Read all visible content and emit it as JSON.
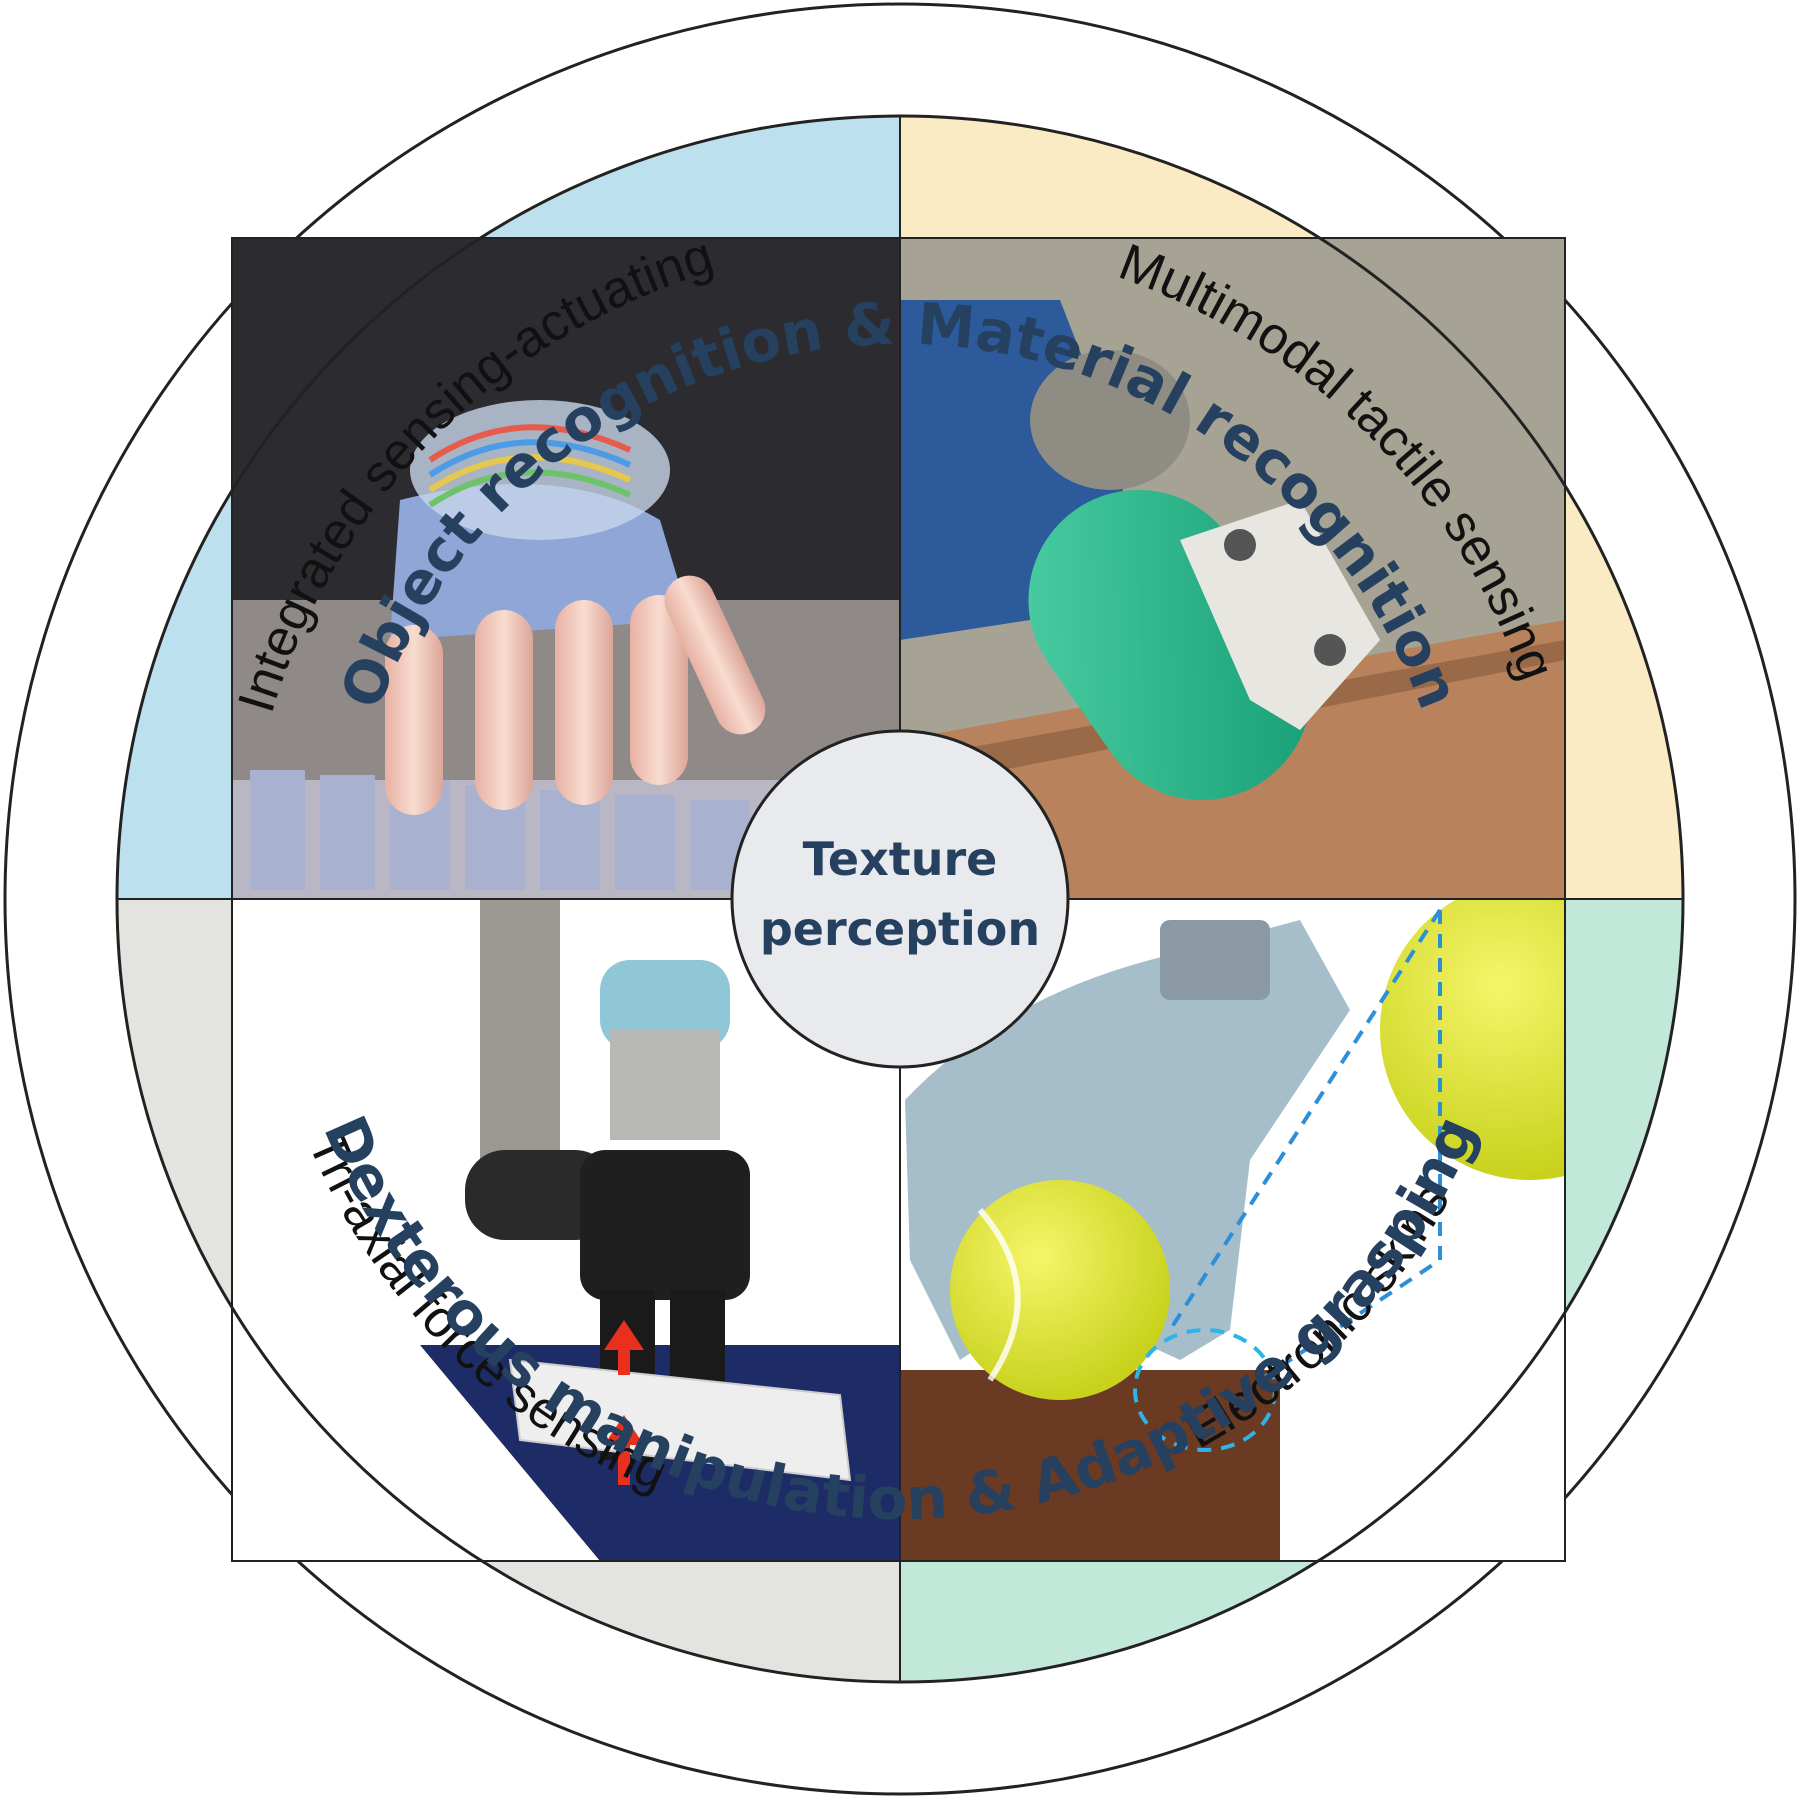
{
  "outer_ring": {
    "top_label": "Object recognition & Material recognition",
    "bottom_label": "Dexterous manipulation & Adaptive grasping"
  },
  "quadrants": [
    {
      "label": "Integrated sensing-actuating",
      "color": "#bde0ee",
      "image": "soft robotic hand with flexible fingers over keys"
    },
    {
      "label": "Multimodal tactile sensing",
      "color": "#faebc4",
      "image": "green robotic fingertip on textured fabric"
    },
    {
      "label": "Tri-axial force sensing",
      "color": "#e3e3e0",
      "image": "robot arm gripper holding white foam bar with red arrows"
    },
    {
      "label": "Electronic skins",
      "color": "#c2e8d9",
      "image": "prosthetic hand grasping yellow tennis ball"
    }
  ],
  "center": {
    "line1": "Texture",
    "line2": "perception"
  }
}
